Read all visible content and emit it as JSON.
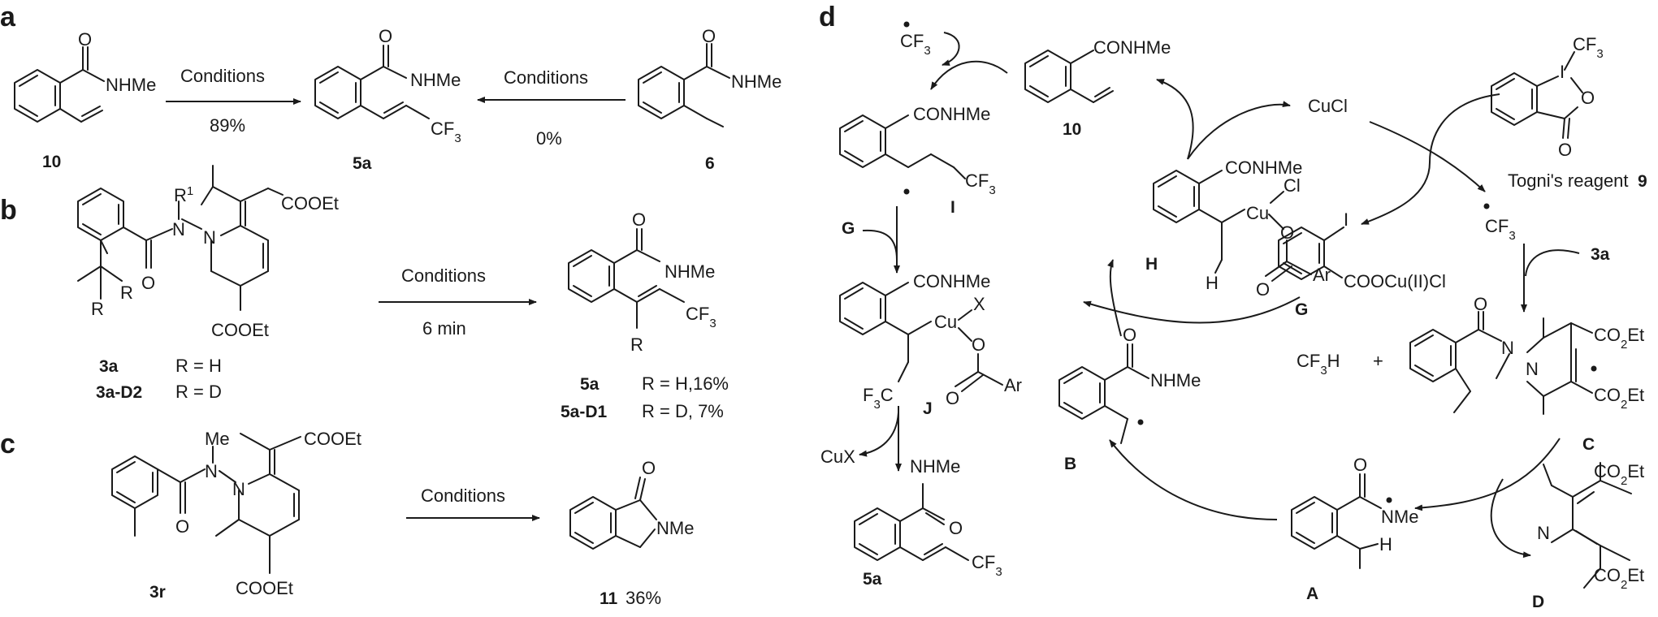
{
  "panels": {
    "a": "a",
    "b": "b",
    "c": "c",
    "d": "d"
  },
  "groups": {
    "conhme": "CONHMe",
    "nhme": "NHMe",
    "cf3": "CF3",
    "cooet": "COOEt",
    "co2et": "CO2Et",
    "ar": "Ar",
    "o": "O",
    "n": "N",
    "r": "R",
    "r1": "R1",
    "h": "H",
    "cl": "Cl",
    "i": "I",
    "x": "X",
    "cu": "Cu",
    "me": "Me",
    "nme": "NMe"
  },
  "panel_a": {
    "conditions": "Conditions",
    "yield_left": "89%",
    "yield_right": "0%",
    "compound_10": "10",
    "compound_5a": "5a",
    "compound_6": "6"
  },
  "panel_b": {
    "conditions": "Conditions",
    "time": "6 min",
    "sub1_id": "3a",
    "sub1_r": "R = H",
    "sub2_id": "3a-D2",
    "sub2_r": "R = D",
    "prod1_id": "5a",
    "prod1_r": "R = H,16%",
    "prod2_id": "5a-D1",
    "prod2_r": "R = D, 7%"
  },
  "panel_c": {
    "conditions": "Conditions",
    "substrate": "3r",
    "product": "11",
    "yield": "36%"
  },
  "panel_d": {
    "cf3_radical": "CF3",
    "cucl": "CuCl",
    "togni": "Togni's reagent",
    "togni_num": "9",
    "compound_10": "10",
    "label_I": "I",
    "label_J": "J",
    "label_H": "H",
    "label_G": "G",
    "label_B": "B",
    "label_A": "A",
    "label_C": "C",
    "label_D": "D",
    "label_5a": "5a",
    "reagent_G": "G",
    "reagent_3a": "3a",
    "cf3h": "CF3H",
    "plus": "+",
    "cux": "CuX",
    "cu2": "COOCu(II)Cl",
    "f3c": "F3C"
  }
}
